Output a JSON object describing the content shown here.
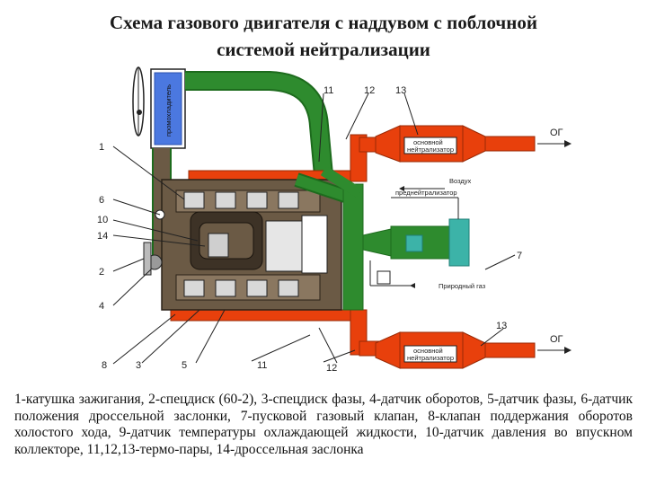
{
  "title": {
    "line1": "Схема газового двигателя с наддувом с поблочной",
    "line2": "системой нейтрализации"
  },
  "components": {
    "intercooler": "промохладитель",
    "main_catalyst_top": [
      "основной",
      "нейтрализатор"
    ],
    "main_catalyst_bottom": [
      "основной",
      "нейтрализатор"
    ],
    "pre_catalyst": "преднейтрализатор",
    "air": "Воздух",
    "natural_gas": "Природный газ",
    "exhaust_top": "ОГ",
    "exhaust_bottom": "ОГ"
  },
  "callouts": {
    "n1": "1",
    "n6": "6",
    "n10": "10",
    "n14": "14",
    "n2": "2",
    "n4": "4",
    "n8": "8",
    "n3": "3",
    "n5": "5",
    "n11_bottom": "11",
    "n12_bottom": "12",
    "n13_bottom": "13",
    "n7": "7",
    "n11_top": "11",
    "n12_top": "12",
    "n13_top": "13"
  },
  "colors": {
    "green": "#2e8b2e",
    "green_dark": "#1d6b1d",
    "exhaust_red": "#e8400c",
    "block": "#6b5a45",
    "cooler_blue": "#3a66d8",
    "catalyst_teal": "#3cb3a8"
  },
  "caption": "1-катушка зажигания, 2-спецдиск (60-2), 3-спецдиск фазы, 4-датчик оборотов, 5-датчик фазы, 6-датчик положения дроссельной заслонки, 7-пусковой газовый клапан, 8-клапан поддержания оборотов холостого хода, 9-датчик температуры охлаждающей жидкости, 10-датчик давления во впускном коллекторе, 11,12,13-термо-пары, 14-дроссельная заслонка"
}
